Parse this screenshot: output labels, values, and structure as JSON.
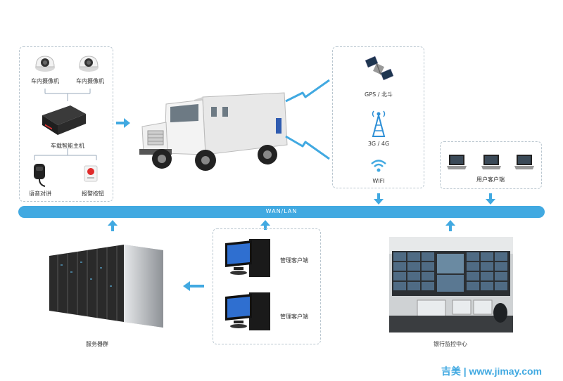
{
  "colors": {
    "accent": "#41a9e1",
    "box_border": "#b9c6cf"
  },
  "vehicle_box": {
    "camera_1": "车内摄像机",
    "camera_2": "车内摄像机",
    "host": "车载智能主机",
    "intercom": "语音对讲",
    "alarm": "报警按钮"
  },
  "network_box": {
    "gps": "GPS / 北斗",
    "cellular": "3G / 4G",
    "wifi": "WIFI"
  },
  "user_box": {
    "label": "用户客户端"
  },
  "wan": {
    "label": "WAN/LAN"
  },
  "servers": {
    "label": "服务器群"
  },
  "management_box": {
    "client_1": "管理客户端",
    "client_2": "管理客户端"
  },
  "monitor_center": {
    "label": "银行监控中心"
  },
  "brand": {
    "text": "吉美 | www.jimay.com"
  },
  "icons": [
    "camera-icon",
    "dvr-icon",
    "microphone-icon",
    "alarm-button-icon",
    "armored-truck-icon",
    "satellite-icon",
    "cell-tower-icon",
    "wifi-icon",
    "laptop-icon",
    "server-rack-icon",
    "desktop-computer-icon",
    "control-room-icon",
    "lightning-link-icon"
  ]
}
